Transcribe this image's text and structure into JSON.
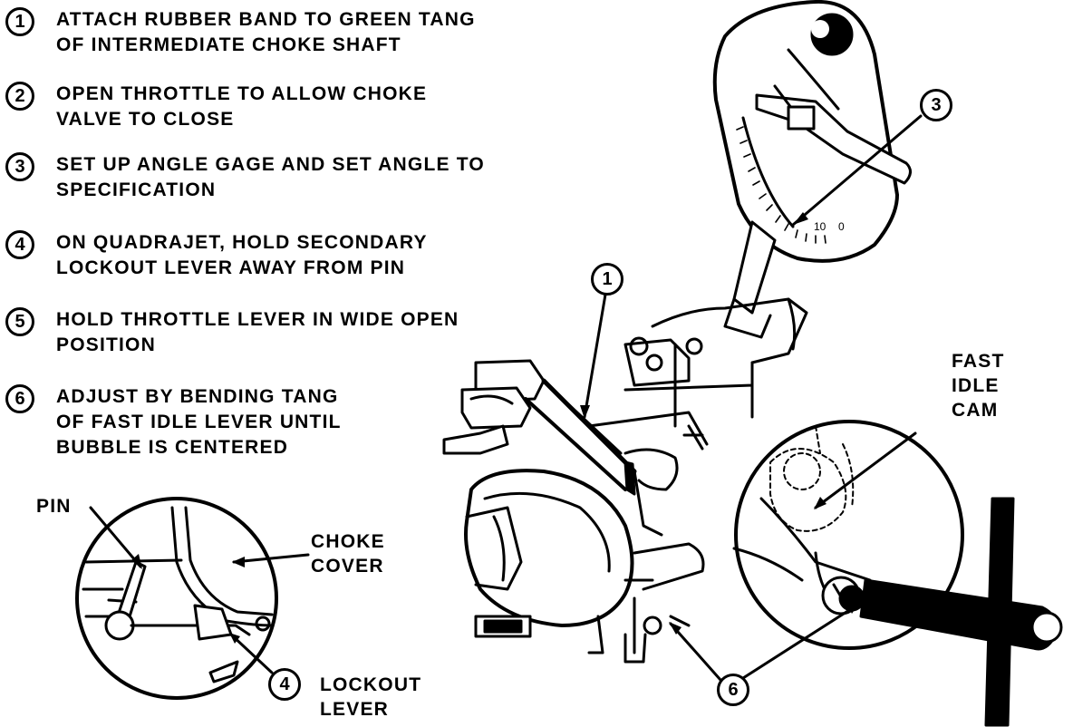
{
  "steps": [
    {
      "num": "1",
      "text": "ATTACH RUBBER BAND TO GREEN TANG\nOF INTERMEDIATE CHOKE SHAFT"
    },
    {
      "num": "2",
      "text": "OPEN THROTTLE TO ALLOW CHOKE\nVALVE TO CLOSE"
    },
    {
      "num": "3",
      "text": "SET UP ANGLE GAGE AND SET ANGLE TO\nSPECIFICATION"
    },
    {
      "num": "4",
      "text": "ON QUADRAJET, HOLD SECONDARY\nLOCKOUT LEVER AWAY FROM PIN"
    },
    {
      "num": "5",
      "text": "HOLD THROTTLE LEVER IN WIDE OPEN\nPOSITION"
    },
    {
      "num": "6",
      "text": "ADJUST BY BENDING TANG\nOF FAST IDLE  LEVER UNTIL\nBUBBLE IS CENTERED"
    }
  ],
  "labels": {
    "pin": "PIN",
    "choke_cover": "CHOKE\nCOVER",
    "lockout_lever": "LOCKOUT\nLEVER",
    "fast_idle_cam": "FAST\nIDLE\nCAM"
  },
  "callouts": {
    "angle_gage": "3",
    "rubber_band": "1",
    "lockout": "4",
    "fast_idle": "6"
  },
  "gage_scale": {
    "mark_a": "10",
    "mark_b": "0"
  }
}
